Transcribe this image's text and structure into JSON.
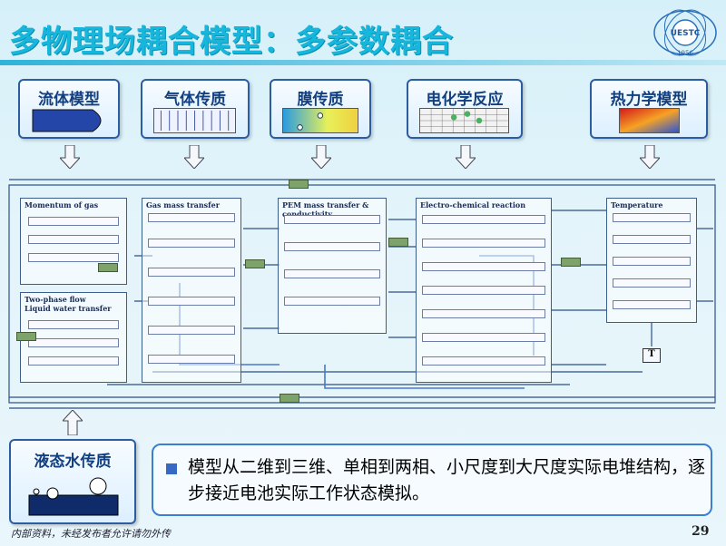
{
  "title": "多物理场耦合模型：多参数耦合",
  "logo": {
    "text": "UESTC",
    "year": "1956"
  },
  "models": [
    {
      "id": "fluid",
      "label": "流体模型"
    },
    {
      "id": "gas",
      "label": "气体传质"
    },
    {
      "id": "membrane",
      "label": "膜传质"
    },
    {
      "id": "electrochem",
      "label": "电化学反应"
    },
    {
      "id": "thermo",
      "label": "热力学模型"
    }
  ],
  "diagram": {
    "panels": [
      {
        "id": "momentum",
        "title": "Momentum of gas"
      },
      {
        "id": "two-phase",
        "title": "Two-phase flow"
      },
      {
        "id": "liquid-water",
        "title": "Liquid water transfer"
      },
      {
        "id": "gas-mass",
        "title": "Gas mass transfer"
      },
      {
        "id": "pem",
        "title": "PEM mass transfer & conductivity"
      },
      {
        "id": "echem",
        "title": "Electro-chemical reaction"
      },
      {
        "id": "temperature",
        "title": "Temperature"
      }
    ],
    "output_symbol": "T"
  },
  "liquid_model": {
    "label": "液态水传质"
  },
  "note": {
    "text": "模型从二维到三维、单相到两相、小尺度到大尺度实际电堆结构，逐步接近电池实际工作状态模拟。"
  },
  "footer": {
    "disclaimer": "内部资料，未经发布者允许请勿外传",
    "page": "29"
  },
  "colors": {
    "title": "#17b7dd",
    "box_border": "#2c5da0",
    "note_border": "#3b7fd1",
    "link_line": "#2d4f8a"
  }
}
